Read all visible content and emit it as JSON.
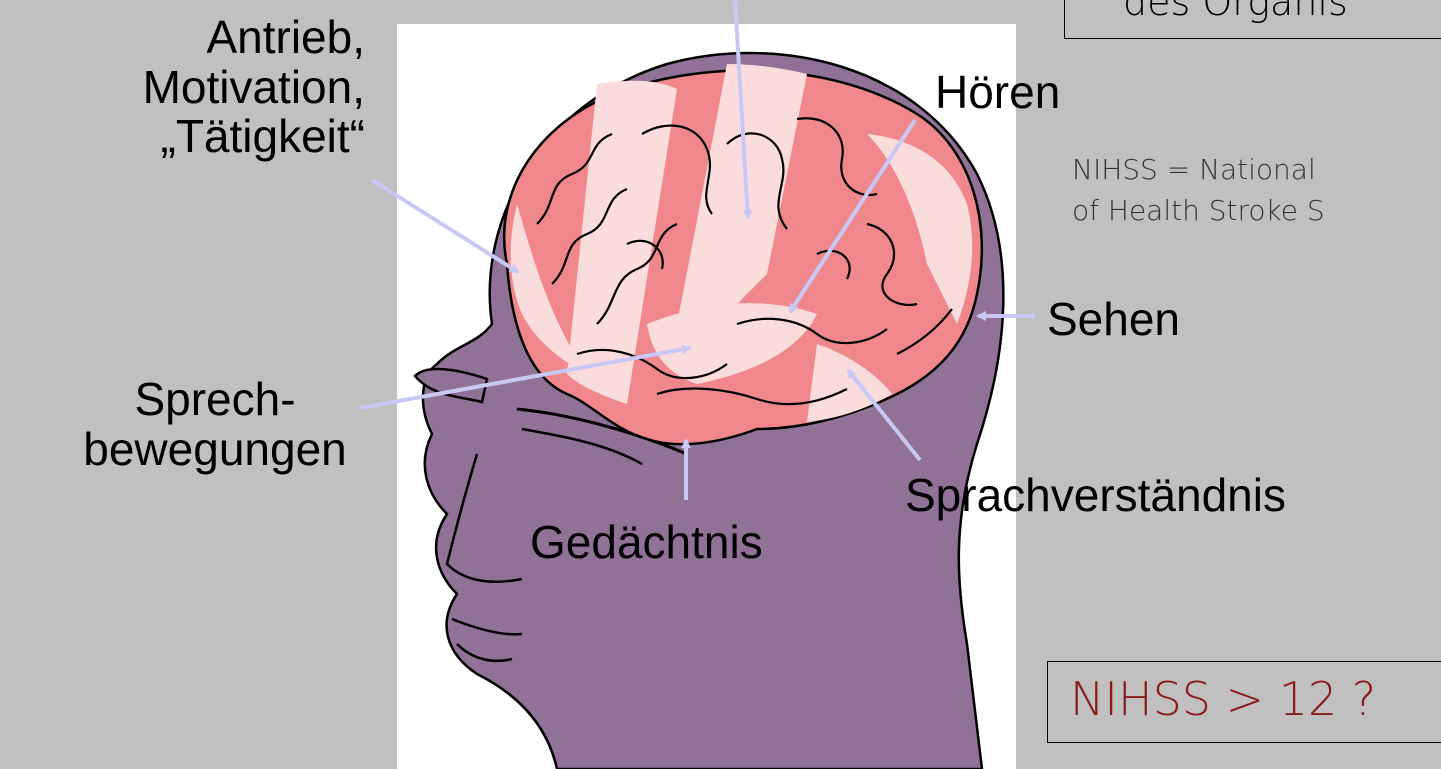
{
  "labels": {
    "antrieb": [
      "Antrieb,",
      "Motivation,",
      "„Tätigkeit“"
    ],
    "hoeren": "Hören",
    "sehen": "Sehen",
    "sprech": [
      "Sprech-",
      "bewegungen"
    ],
    "gedaechtnis": "Gedächtnis",
    "sprachverstaendnis": "Sprachverständnis"
  },
  "top_box_text": "des Organis",
  "nihss_note": [
    "NIHSS = National",
    "of Health Stroke S"
  ],
  "nihss_box_text": "NIHSS > 12 ?",
  "colors": {
    "background": "#c0c0c0",
    "head": "#8f7295",
    "brain_base": "#f0878c",
    "brain_highlight": "#fbdcdc",
    "arrow": "#c8c8f4",
    "nihss_box_text": "#8b1a1a"
  }
}
